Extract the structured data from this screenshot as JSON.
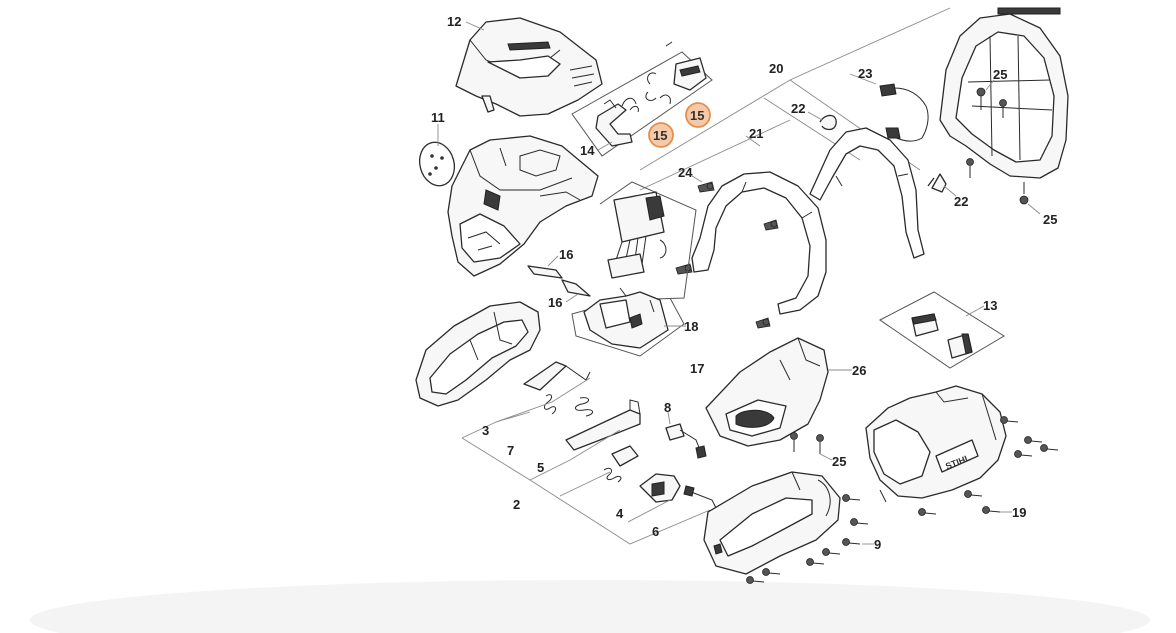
{
  "diagram": {
    "part_labels": [
      "12",
      "11",
      "14",
      "15",
      "15",
      "20",
      "23",
      "22",
      "21",
      "24",
      "25",
      "22",
      "25",
      "16",
      "16",
      "18",
      "17",
      "13",
      "26",
      "3",
      "7",
      "5",
      "8",
      "2",
      "4",
      "6",
      "25",
      "9",
      "19"
    ],
    "highlight_color": "#f6c9a8",
    "highlight_stroke": "#e3904f",
    "line_color": "#2a2a2a",
    "logo_text": "STIHL"
  }
}
